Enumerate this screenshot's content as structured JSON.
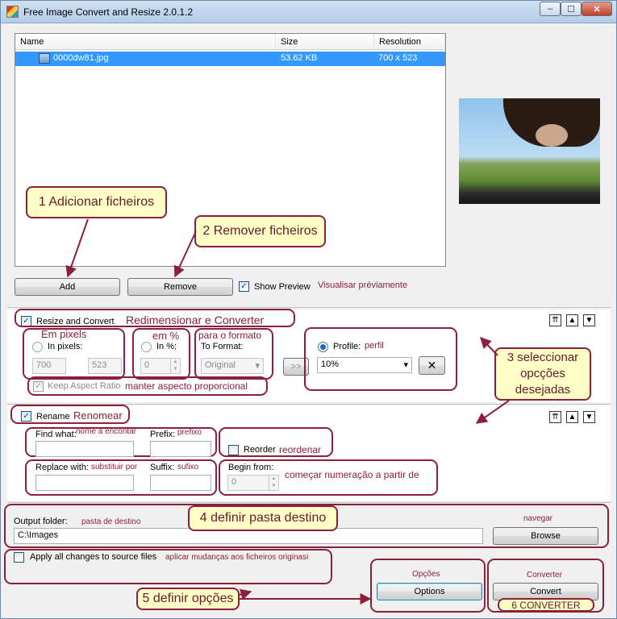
{
  "window": {
    "title": "Free Image Convert and Resize 2.0.1.2",
    "minimize": "‒",
    "maximize": "☐",
    "close": "✕"
  },
  "file_list": {
    "columns": [
      "Name",
      "Size",
      "Resolution"
    ],
    "rows": [
      {
        "name": "0000dw81.jpg",
        "size": "53.62 KB",
        "resolution": "700 x 523"
      }
    ]
  },
  "buttons": {
    "add": "Add",
    "remove": "Remove",
    "browse": "Browse",
    "options": "Options",
    "convert": "Convert",
    "swap": ">>"
  },
  "show_preview": {
    "label": "Show Preview",
    "checked": "✓",
    "note": "Visualisar préviamente"
  },
  "resize": {
    "title": "Resize and Convert",
    "title_note": "Redimensionar e Converter",
    "checked": "✓",
    "in_pixels_label": "In pixels:",
    "in_pixels_note": "Em pixels",
    "width": "700",
    "height": "523",
    "in_percent_label": "In %:",
    "in_percent_note": "em %",
    "percent_value": "0",
    "to_format_label": "To Format:",
    "to_format_note": "para o formato",
    "format_value": "Original",
    "profile_label": "Profile:",
    "profile_note": "perfil",
    "profile_value": "10%",
    "keep_aspect_label": "Keep Aspect Ratio",
    "keep_aspect_note": "manter aspecto proporcional",
    "up_up": "⇈",
    "up": "▲",
    "down": "▼"
  },
  "rename": {
    "title": "Rename",
    "title_note": "Renomear",
    "checked": "✓",
    "find_label": "Find what:",
    "find_note": "nome a encontar",
    "prefix_label": "Prefix:",
    "prefix_note": "prefixo",
    "reorder_label": "Reorder",
    "reorder_note": "reordenar",
    "replace_label": "Replace with:",
    "replace_note": "substituir por",
    "suffix_label": "Suffix:",
    "suffix_note": "sufixo",
    "begin_label": "Begin from:",
    "begin_value": "0",
    "begin_note": "começar numeração a partir de",
    "up_up": "⇈",
    "up": "▲",
    "down": "▼"
  },
  "output": {
    "label": "Output folder:",
    "note": "pasta de destino",
    "value": "C:\\Images",
    "browse_note": "navegar",
    "apply_label": "Apply all changes to source files",
    "apply_note": "aplicar mudanças aos ficheiros originasi",
    "options_note": "Opções",
    "convert_note": "Converter"
  },
  "callouts": {
    "c1": "1 Adicionar ficheiros",
    "c2": "2 Remover ficheiros",
    "c3": "3 seleccionar opcções desejadas",
    "c4": "4 definir pasta destino",
    "c5": "5 definir opções",
    "c6": "6 CONVERTER"
  },
  "icons": {
    "clear": "✕",
    "dropdown": "▾",
    "spin_up": "▲",
    "spin_down": "▼"
  }
}
